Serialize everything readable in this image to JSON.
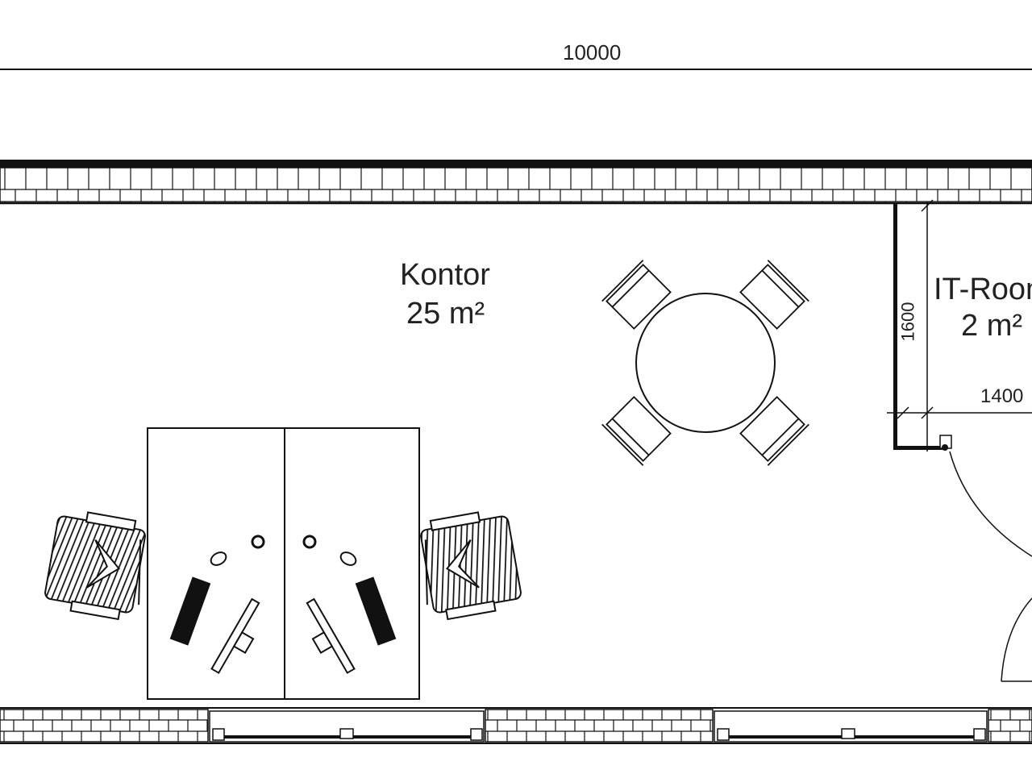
{
  "dimensions": {
    "overall_width": "10000",
    "it_room_height": "1600",
    "it_room_width": "1400"
  },
  "rooms": [
    {
      "name": "Kontor",
      "area": "25 m²"
    },
    {
      "name": "IT-Room",
      "area": "2 m²"
    }
  ],
  "colors": {
    "line": "#111111",
    "background": "#ffffff"
  }
}
